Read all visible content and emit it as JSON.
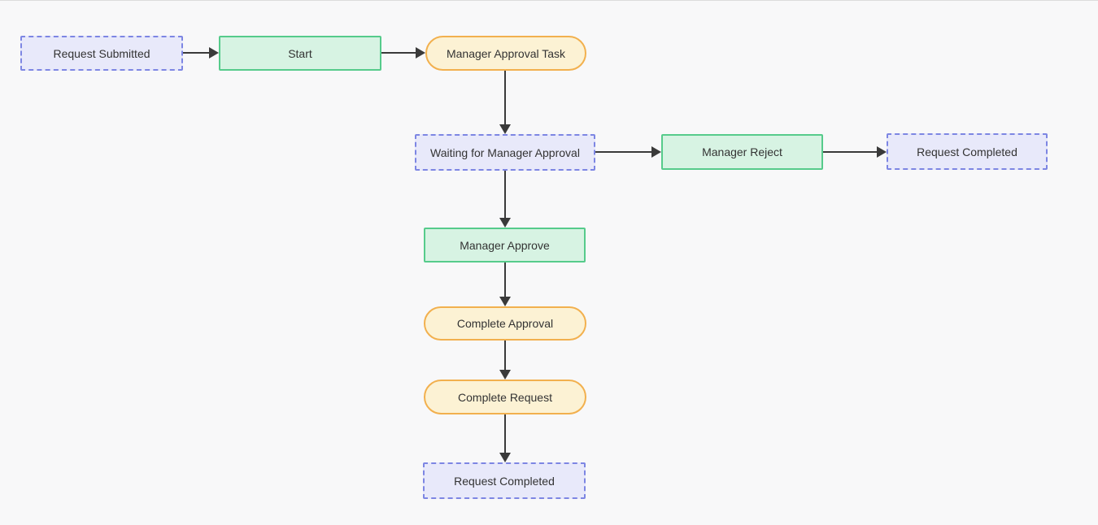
{
  "diagram": {
    "type": "workflow-flowchart",
    "colors": {
      "background": "#f8f8f9",
      "state_fill": "#e8e9fa",
      "state_border": "#7d86e3",
      "action_fill": "#d7f3e3",
      "action_border": "#56cb8b",
      "task_fill": "#fcf2d4",
      "task_border": "#f2b04e",
      "edge": "#3a3a3a",
      "text": "#333333"
    },
    "nodes": {
      "request_submitted": {
        "label": "Request Submitted",
        "type": "state",
        "shape": "dashed-rect"
      },
      "start": {
        "label": "Start",
        "type": "action",
        "shape": "rect"
      },
      "manager_approval_task": {
        "label": "Manager Approval Task",
        "type": "task",
        "shape": "stadium"
      },
      "waiting_for_manager_approval": {
        "label": "Waiting for Manager Approval",
        "type": "state",
        "shape": "dashed-rect"
      },
      "manager_reject": {
        "label": "Manager Reject",
        "type": "action",
        "shape": "rect"
      },
      "request_completed_right": {
        "label": "Request Completed",
        "type": "state",
        "shape": "dashed-rect"
      },
      "manager_approve": {
        "label": "Manager Approve",
        "type": "action",
        "shape": "rect"
      },
      "complete_approval": {
        "label": "Complete Approval",
        "type": "task",
        "shape": "stadium"
      },
      "complete_request": {
        "label": "Complete Request",
        "type": "task",
        "shape": "stadium"
      },
      "request_completed_bottom": {
        "label": "Request Completed",
        "type": "state",
        "shape": "dashed-rect"
      }
    },
    "edges": [
      {
        "from": "Request Submitted",
        "to": "Start",
        "direction": "right"
      },
      {
        "from": "Start",
        "to": "Manager Approval Task",
        "direction": "right"
      },
      {
        "from": "Manager Approval Task",
        "to": "Waiting for Manager Approval",
        "direction": "down"
      },
      {
        "from": "Waiting for Manager Approval",
        "to": "Manager Reject",
        "direction": "right"
      },
      {
        "from": "Manager Reject",
        "to": "Request Completed",
        "direction": "right"
      },
      {
        "from": "Waiting for Manager Approval",
        "to": "Manager Approve",
        "direction": "down"
      },
      {
        "from": "Manager Approve",
        "to": "Complete Approval",
        "direction": "down"
      },
      {
        "from": "Complete Approval",
        "to": "Complete Request",
        "direction": "down"
      },
      {
        "from": "Complete Request",
        "to": "Request Completed",
        "direction": "down"
      }
    ]
  }
}
